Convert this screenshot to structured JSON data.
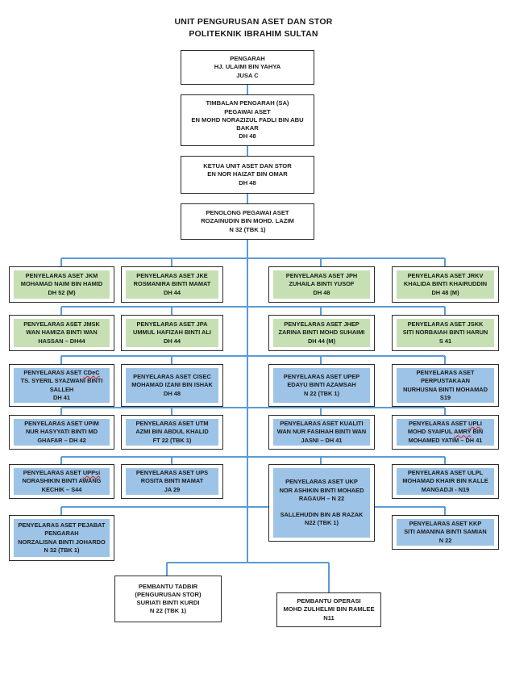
{
  "title": {
    "line1": "UNIT PENGURUSAN ASET DAN STOR",
    "line2": "POLITEKNIK IBRAHIM SULTAN"
  },
  "top_chain": [
    {
      "lines": [
        "PENGARAH",
        "HJ. ULAIMI BIN YAHYA",
        "JUSA C"
      ]
    },
    {
      "lines": [
        "TIMBALAN PENGARAH (SA)",
        "PEGAWAI ASET",
        "EN MOHD NORAZIZUL FADLI BIN ABU",
        "BAKAR",
        "DH 48"
      ]
    },
    {
      "lines": [
        "KETUA UNIT ASET DAN STOR",
        "EN NOR HAIZAT BIN OMAR",
        "DH 48"
      ]
    },
    {
      "lines": [
        "PENOLONG PEGAWAI ASET",
        "ROZAINUDIN BIN MOHD. LAZIM",
        "N 32 (TBK 1)"
      ]
    }
  ],
  "coordinators": [
    {
      "lines": [
        "PENYELARAS ASET JKM",
        "MOHAMAD NAIM BIN HAMID",
        "DH 52 (M)"
      ]
    },
    {
      "lines": [
        "PENYELARAS ASET JKE",
        "ROSMANIRA BINTI MAMAT",
        "DH 44"
      ]
    },
    {
      "lines": [
        "PENYELARAS ASET JPH",
        "ZUHAILA BINTI YUSOF",
        "DH 48"
      ]
    },
    {
      "lines": [
        "PENYELARAS ASET JRKV",
        "KHALIDA BINTI KHAIRUDDIN",
        "DH 48 (M)"
      ]
    },
    {
      "lines": [
        "PENYELARAS ASET JMSK",
        "WAN HAMIZA BINTI WAN",
        "HASSAN – DH44"
      ]
    },
    {
      "lines": [
        "PENYELARAS ASET JPA",
        "UMMUL HAFIZAH BINTI ALI",
        "DH 44"
      ]
    },
    {
      "lines": [
        "PENYELARAS ASET JHEP",
        "ZARINA BINTI MOHD SUHAIMI",
        "DH 44 (M)"
      ]
    },
    {
      "lines": [
        "PENYELARAS ASET JSKK",
        "SITI NORBAIAH BINTI HARUN",
        "S 41"
      ]
    },
    {
      "lines": [
        "PENYELARAS ASET CDeC",
        "TS. SYERIL SYAZWANI BINTI",
        "SALLEH",
        "DH 41"
      ]
    },
    {
      "lines": [
        "PENYELARAS ASET CISEC",
        "MOHAMAD IZANI BIN ISHAK",
        "DH 48"
      ]
    },
    {
      "lines": [
        "PENYELARAS ASET UPEP",
        "EDAYU BINTI AZAMSAH",
        "N 22 (TBK 1)"
      ]
    },
    {
      "lines": [
        "PENYELARAS ASET",
        "PERPUSTAKAAN",
        "NURHUSNA BINTI MOHAMAD",
        "S19"
      ]
    },
    {
      "lines": [
        "PENYELARAS ASET UPIM",
        "NUR HASYYATI BINTI MD",
        "GHAFAR – DH 42"
      ]
    },
    {
      "lines": [
        "PENYELARAS ASET UTM",
        "AZMI BIN ABDUL KHALID",
        "FT 22 (TBK 1)"
      ]
    },
    {
      "lines": [
        "PENYELARAS ASET KUALITI",
        "WAN NUR FASIHAH BINTI WAN",
        "JASNI – DH 41"
      ]
    },
    {
      "lines": [
        "PENYELARAS ASET UPLI",
        "MOHD SYAIFUL AMRY BIN",
        "MOHAMED YATIM – DH 41"
      ]
    },
    {
      "lines": [
        "PENYELARAS ASET UPPsi",
        "NORASHIKIN BINTI AWANG",
        "KECHIK – S44"
      ]
    },
    {
      "lines": [
        "PENYELARAS ASET UPS",
        "ROSITA BINTI MAMAT",
        "JA 29"
      ]
    },
    {
      "lines": [
        "PENYELARAS ASET UKP",
        "NOR ASHIKIN BINTI MOHAED",
        "RAGAUH – N 22",
        "",
        "SALLEHUDIN BIN AB RAZAK",
        "N22 (TBK 1)"
      ]
    },
    {
      "lines": [
        "PENYELARAS ASET ULPL",
        "MOHAMAD KHAIR BIN KALLE",
        "MANGADJI - N19"
      ]
    },
    {
      "lines": [
        "PENYELARAS ASET PEJABAT",
        "PENGARAH",
        "NORZALISNA BINTI JOHARDO",
        "N 32 (TBK 1)"
      ]
    },
    {
      "lines": [
        "PENYELARAS ASET KKP",
        "SITI AMANINA BINTI SAMIAN",
        "N 22"
      ]
    }
  ],
  "staff": [
    {
      "lines": [
        "PEMBANTU TADBIR",
        "(PENGURUSAN STOR)",
        "SURIATI BINTI KURDI",
        "N 22 (TBK 1)"
      ]
    },
    {
      "lines": [
        "PEMBANTU OPERASI",
        "MOHD ZULHELMI BIN RAMLEE",
        "N11"
      ]
    }
  ],
  "colors": {
    "line": "#5b9bd5",
    "green_fill": "#c6e0b4",
    "blue_fill": "#9dc3e6"
  }
}
